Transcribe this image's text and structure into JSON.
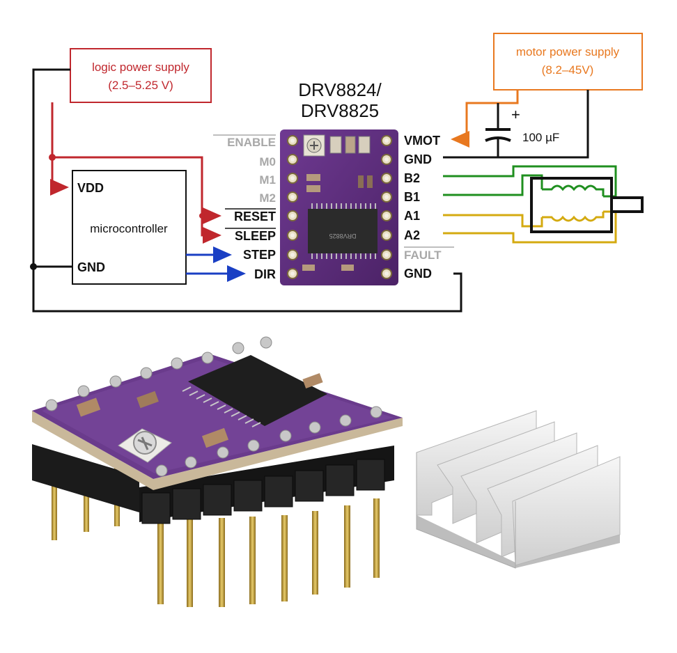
{
  "diagram": {
    "title_line1": "DRV8824/",
    "title_line2": "DRV8825",
    "logic_supply": {
      "line1": "logic power supply",
      "line2": "(2.5–5.25 V)"
    },
    "motor_supply": {
      "line1": "motor power supply",
      "line2": "(8.2–45V)"
    },
    "capacitor_label": "100 µF",
    "capacitor_plus": "+",
    "mcu": {
      "label": "microcontroller",
      "vdd": "VDD",
      "gnd": "GND"
    },
    "left_pins": [
      "ENABLE",
      "M0",
      "M1",
      "M2",
      "RESET",
      "SLEEP",
      "STEP",
      "DIR"
    ],
    "right_pins": [
      "VMOT",
      "GND",
      "B2",
      "B1",
      "A1",
      "A2",
      "FAULT",
      "GND"
    ],
    "chip_marking": "DRV8825"
  },
  "colors": {
    "logic": "#c0272d",
    "motor": "#e8781f",
    "signal": "#1a3fc4",
    "coil_b": "#1f8f1f",
    "coil_a": "#d4aa10",
    "board": "#5b2d7a"
  }
}
